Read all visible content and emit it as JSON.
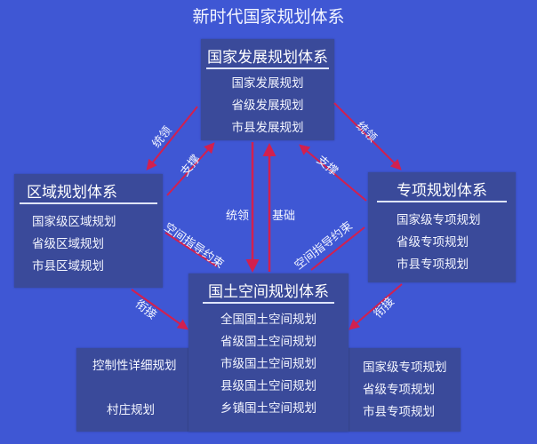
{
  "title": "新时代国家规划体系",
  "colors": {
    "background": "#3f57d4",
    "box_fill": "#3a4a9a",
    "arrow": "#d2204f",
    "text": "#ffffff"
  },
  "boxes": {
    "development": {
      "heading": "国家发展规划体系",
      "items": [
        "国家发展规划",
        "省级发展规划",
        "市县发展规划"
      ]
    },
    "regional": {
      "heading": "区域规划体系",
      "items": [
        "国家级区域规划",
        "省级区域规划",
        "市县区域规划"
      ]
    },
    "special": {
      "heading": "专项规划体系",
      "items": [
        "国家级专项规划",
        "省级专项规划",
        "市县专项规划"
      ]
    },
    "spatial": {
      "heading": "国土空间规划体系",
      "items": [
        "全国国土空间规划",
        "省级国土空间规划",
        "市级国土空间规划",
        "县级国土空间规划",
        "乡镇国土空间规划"
      ]
    },
    "detailed": {
      "left_items": [
        "控制性详细规划",
        "村庄规划"
      ],
      "right_items": [
        "国家级专项规划",
        "省级专项规划",
        "市县专项规划"
      ]
    }
  },
  "connectors": {
    "dev_to_region": "统领",
    "region_to_dev": "支撑",
    "dev_to_special": "统领",
    "special_to_dev": "支撑",
    "dev_to_spatial": "统领",
    "spatial_to_dev": "基础",
    "region_spatial": "空间指导约束",
    "special_spatial": "空间指导约束",
    "region_to_spatial": "衔接",
    "special_to_spatial": "衔接"
  }
}
